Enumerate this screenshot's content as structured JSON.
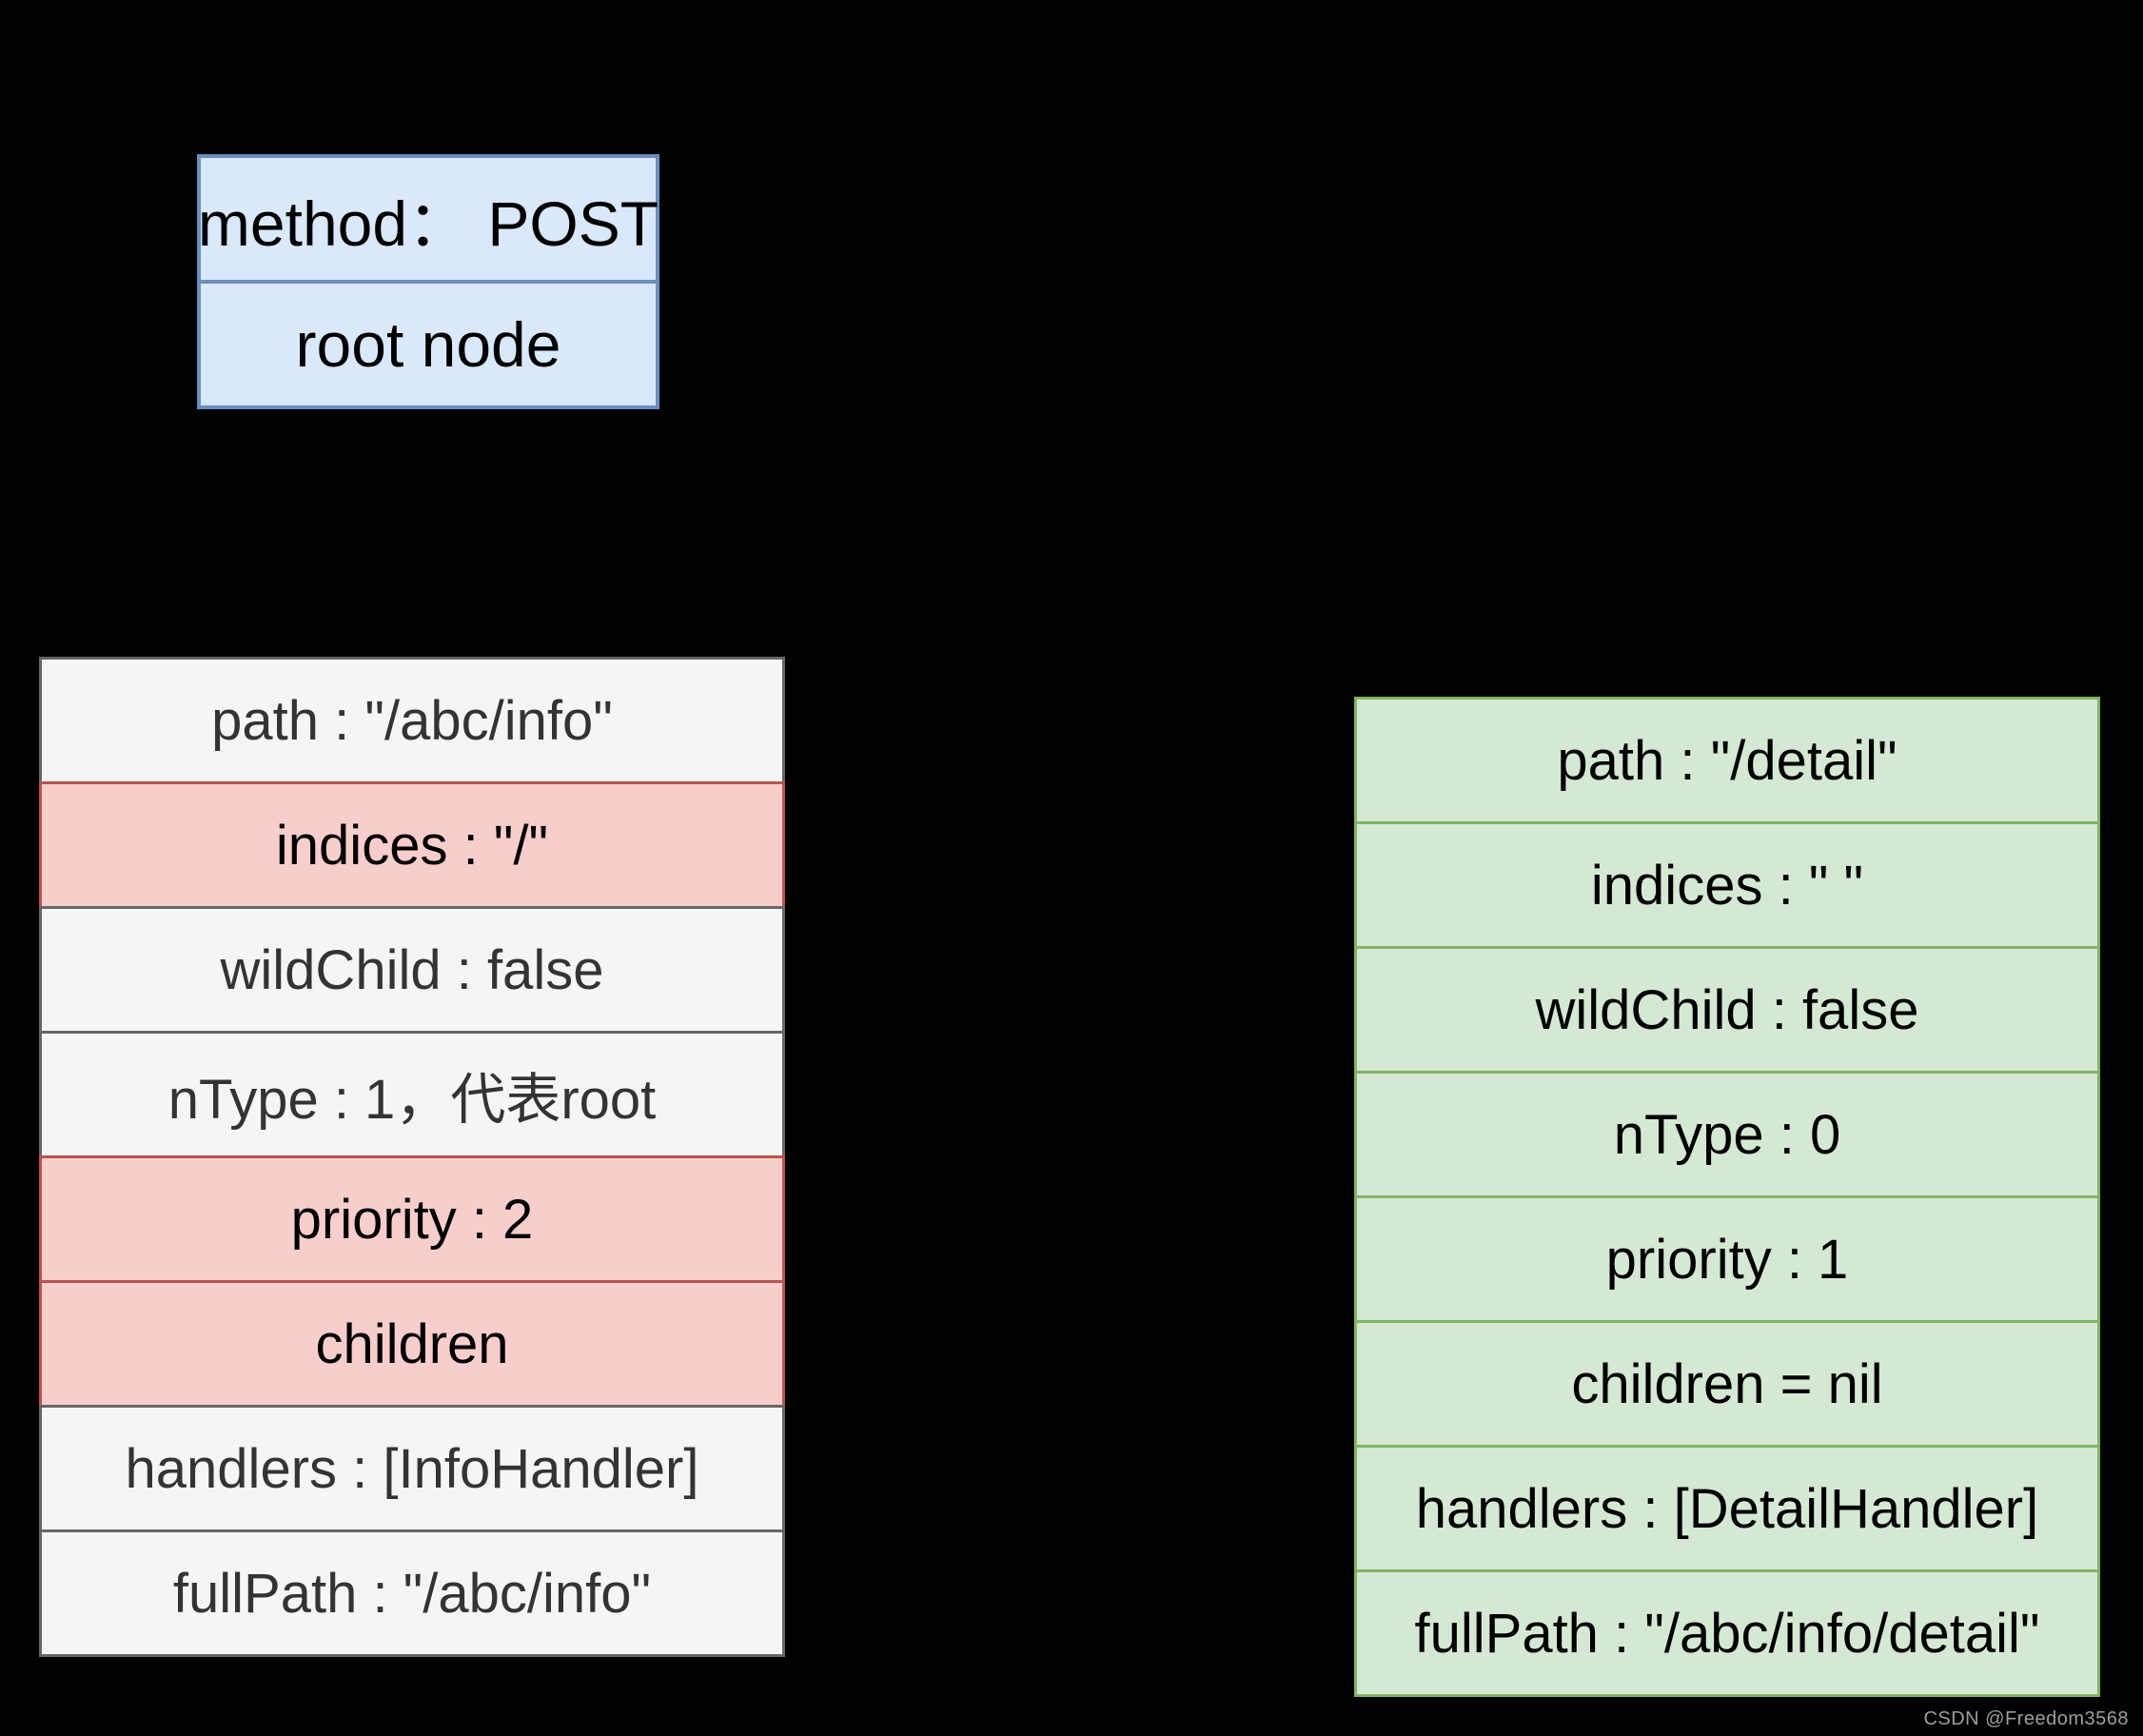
{
  "page": {
    "background": "#000000",
    "watermark": "CSDN @Freedom3568"
  },
  "root_box": {
    "fill": "#dae8fc",
    "border": "#6c8ebf",
    "rows": [
      {
        "label": "method： POST"
      },
      {
        "label": "root node"
      }
    ]
  },
  "info_table": {
    "normal_fill": "#f5f5f5",
    "normal_border": "#666666",
    "highlight_fill": "#f8cecc",
    "highlight_border": "#b85450",
    "rows": [
      {
        "label": "path : \"/abc/info\"",
        "highlighted": false
      },
      {
        "label": "indices : \"/\"",
        "highlighted": true
      },
      {
        "label": "wildChild : false",
        "highlighted": false
      },
      {
        "label": "nType : 1，代表root",
        "highlighted": false
      },
      {
        "label": "priority : 2",
        "highlighted": true
      },
      {
        "label": "children",
        "highlighted": true
      },
      {
        "label": "handlers : [InfoHandler]",
        "highlighted": false
      },
      {
        "label": "fullPath : \"/abc/info\"",
        "highlighted": false
      }
    ]
  },
  "detail_table": {
    "fill": "#d5e8d4",
    "border": "#82b366",
    "rows": [
      {
        "label": "path : \"/detail\""
      },
      {
        "label": "indices : \" \""
      },
      {
        "label": "wildChild : false"
      },
      {
        "label": "nType : 0"
      },
      {
        "label": "priority : 1"
      },
      {
        "label": "children = nil"
      },
      {
        "label": "handlers : [DetailHandler]"
      },
      {
        "label": "fullPath : \"/abc/info/detail\""
      }
    ]
  }
}
